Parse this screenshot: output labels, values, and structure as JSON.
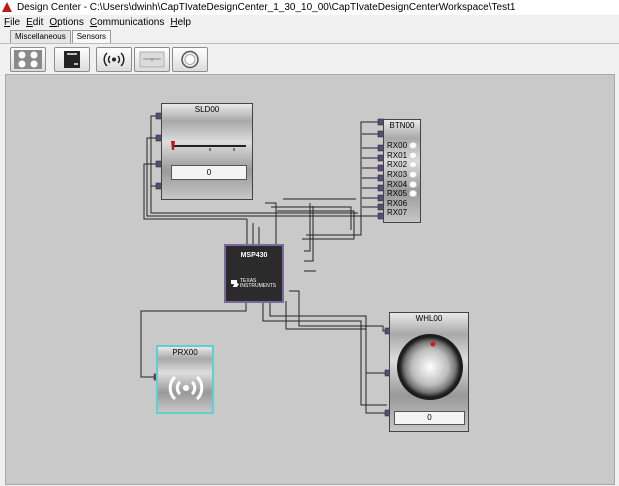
{
  "window": {
    "title": "Design Center - C:\\Users\\dwinh\\CapTIvateDesignCenter_1_30_10_00\\CapTIvateDesignCenterWorkspace\\Test1"
  },
  "menu": {
    "items": [
      {
        "label": "File",
        "mnemonic": "F",
        "rest": "ile"
      },
      {
        "label": "Edit",
        "mnemonic": "E",
        "rest": "dit"
      },
      {
        "label": "Options",
        "mnemonic": "O",
        "rest": "ptions"
      },
      {
        "label": "Communications",
        "mnemonic": "C",
        "rest": "ommunications"
      },
      {
        "label": "Help",
        "mnemonic": "H",
        "rest": "elp"
      }
    ]
  },
  "tabs": [
    {
      "label": "Miscellaneous",
      "active": false
    },
    {
      "label": "Sensors",
      "active": true
    }
  ],
  "palette": {
    "icons": [
      "button-group-icon",
      "sensor-chip-icon",
      "proximity-icon",
      "slider-icon",
      "wheel-icon"
    ]
  },
  "components": {
    "slider": {
      "name": "SLD00",
      "value": "0"
    },
    "buttons": {
      "name": "BTN00",
      "rows": [
        "RX00",
        "RX01",
        "RX02",
        "RX03",
        "RX04",
        "RX05",
        "RX06",
        "RX07"
      ]
    },
    "mcu": {
      "name": "MSP430",
      "brand_line1": "TEXAS",
      "brand_line2": "INSTRUMENTS"
    },
    "proximity": {
      "name": "PRX00"
    },
    "wheel": {
      "name": "WHL00",
      "value": "0"
    }
  },
  "colors": {
    "canvas": "#c9c9c9",
    "proximity_border": "#5fd0d0",
    "slider_marker": "#c0161b",
    "wheel_marker": "#d61818"
  }
}
